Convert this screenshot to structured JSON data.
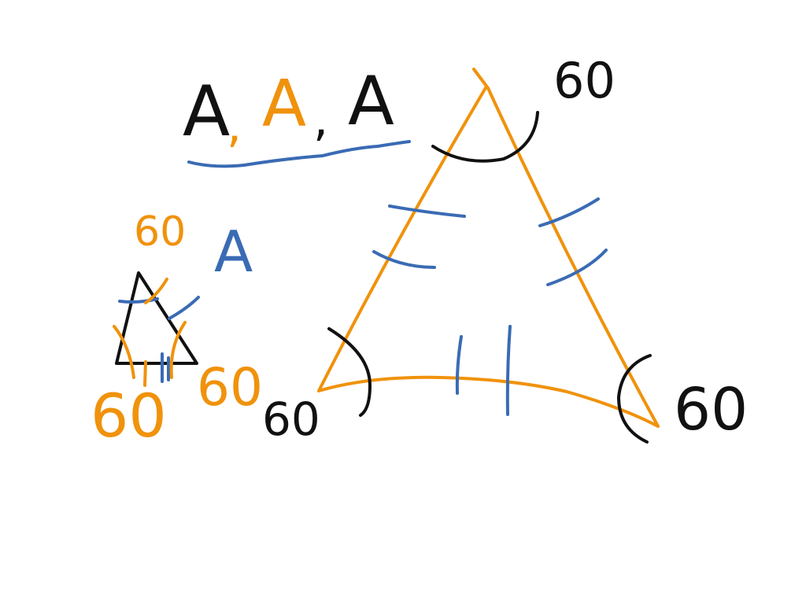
{
  "colors": {
    "orange": "#f0920c",
    "blue": "#3a6bb4",
    "black": "#111111",
    "background": "#ffffff"
  },
  "heading": {
    "letters": [
      "A",
      "A",
      "A"
    ],
    "separator": ","
  },
  "small_triangle": {
    "label": "A",
    "angles": [
      "60",
      "60",
      "60"
    ]
  },
  "big_triangle": {
    "angles": [
      "60",
      "60",
      "60"
    ]
  }
}
